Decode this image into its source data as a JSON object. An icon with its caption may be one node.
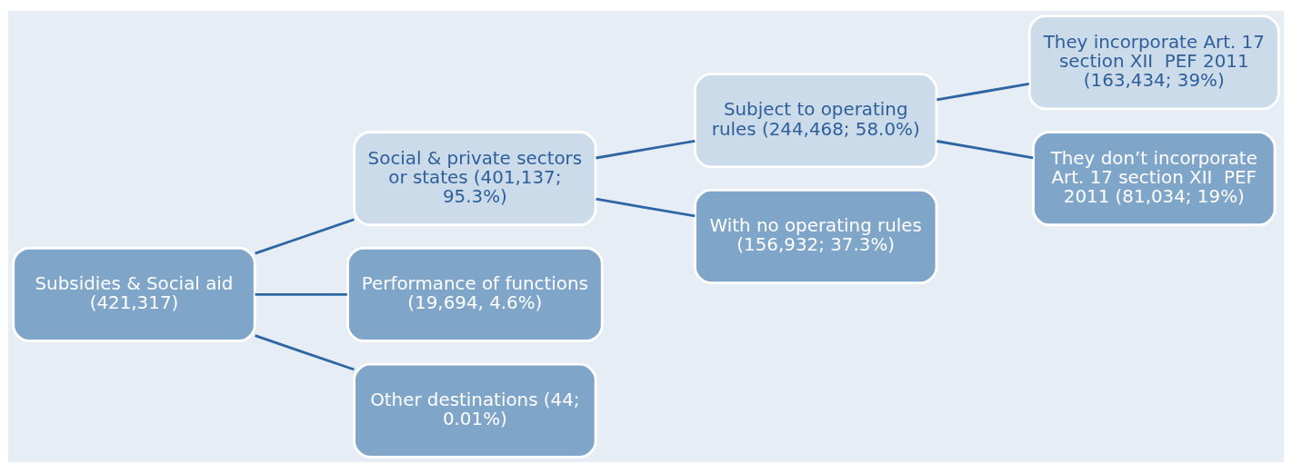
{
  "diagram": {
    "nodes": [
      {
        "text": [
          "Subsidies & Social aid (421,317)"
        ]
      },
      {
        "text": [
          "Social & private sectors or states (401,137; 95.3%)"
        ]
      },
      {
        "text": [
          "Performance of functions (19,694, 4.6%)"
        ]
      },
      {
        "text": [
          "Other destinations (44; 0.01%)"
        ]
      },
      {
        "text": [
          "Subject to operating rules (244,468; 58.0%)"
        ]
      },
      {
        "text": [
          "With no operating rules (156,932; 37.3%)"
        ]
      },
      {
        "text": [
          "They incorporate Art. 17 section XII  PEF 2011 (163,434; 39%)"
        ]
      },
      {
        "text": [
          "They don’t incorporate Art. 17 section XII  PEF 2011 (81,034; 19%)"
        ]
      }
    ],
    "edges": [
      {
        "from": 0,
        "to": 1,
        "arrow": "none"
      },
      {
        "from": 0,
        "to": 2,
        "arrow": "none"
      },
      {
        "from": 0,
        "to": 3,
        "arrow": "none"
      },
      {
        "from": 1,
        "to": 4,
        "arrow": "none"
      },
      {
        "from": 1,
        "to": 5,
        "arrow": "none"
      },
      {
        "from": 4,
        "to": 6,
        "arrow": "none"
      },
      {
        "from": 4,
        "to": 7,
        "arrow": "none"
      }
    ]
  }
}
